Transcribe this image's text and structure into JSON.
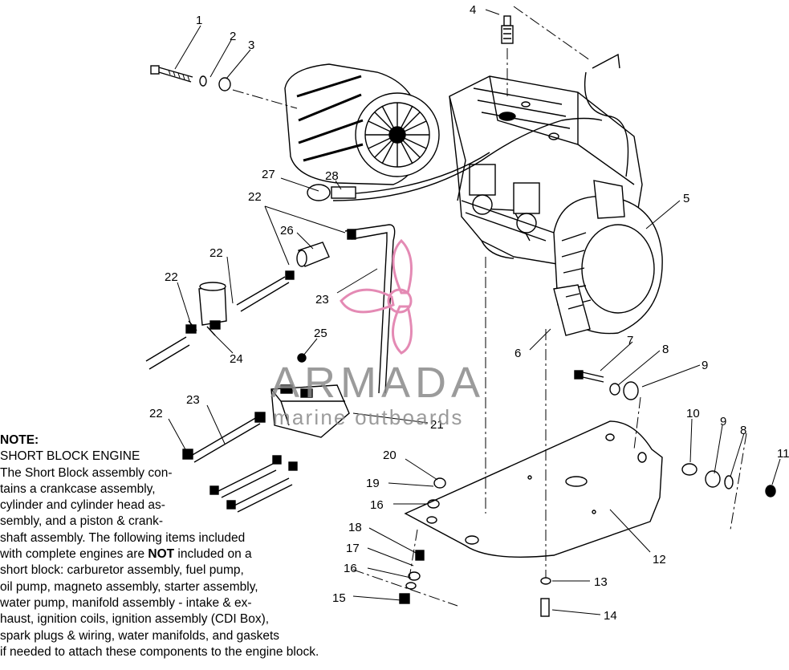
{
  "callouts": [
    {
      "id": "1",
      "text": "1"
    },
    {
      "id": "2",
      "text": "2"
    },
    {
      "id": "3",
      "text": "3"
    },
    {
      "id": "4",
      "text": "4"
    },
    {
      "id": "5",
      "text": "5"
    },
    {
      "id": "6",
      "text": "6"
    },
    {
      "id": "7",
      "text": "7"
    },
    {
      "id": "8a",
      "text": "8"
    },
    {
      "id": "9a",
      "text": "9"
    },
    {
      "id": "10",
      "text": "10"
    },
    {
      "id": "9b",
      "text": "9"
    },
    {
      "id": "8b",
      "text": "8"
    },
    {
      "id": "11",
      "text": "11"
    },
    {
      "id": "12",
      "text": "12"
    },
    {
      "id": "13",
      "text": "13"
    },
    {
      "id": "14",
      "text": "14"
    },
    {
      "id": "15",
      "text": "15"
    },
    {
      "id": "16a",
      "text": "16"
    },
    {
      "id": "17",
      "text": "17"
    },
    {
      "id": "18",
      "text": "18"
    },
    {
      "id": "16b",
      "text": "16"
    },
    {
      "id": "19",
      "text": "19"
    },
    {
      "id": "20",
      "text": "20"
    },
    {
      "id": "21",
      "text": "21"
    },
    {
      "id": "22a",
      "text": "22"
    },
    {
      "id": "22b",
      "text": "22"
    },
    {
      "id": "22c",
      "text": "22"
    },
    {
      "id": "22d",
      "text": "22"
    },
    {
      "id": "23a",
      "text": "23"
    },
    {
      "id": "23b",
      "text": "23"
    },
    {
      "id": "24",
      "text": "24"
    },
    {
      "id": "25",
      "text": "25"
    },
    {
      "id": "26",
      "text": "26"
    },
    {
      "id": "27",
      "text": "27"
    },
    {
      "id": "28",
      "text": "28"
    }
  ],
  "note": {
    "heading": "NOTE:",
    "subheading": "SHORT BLOCK ENGINE",
    "lines": [
      "The Short Block assembly con-",
      "tains a crankcase assembly,",
      "cylinder and cylinder head as-",
      "sembly, and a piston & crank-",
      "shaft assembly.  The following items included"
    ],
    "line_not_pre": "with complete engines are ",
    "line_not_bold": "NOT",
    "line_not_post": " included on a",
    "lines2": [
      "short block:  carburetor assembly, fuel pump,",
      "oil pump, magneto assembly, starter assembly,",
      "water pump, manifold assembly - intake & ex-",
      "haust, ignition coils, ignition assembly (CDI Box),",
      "spark plugs & wiring, water manifolds, and gaskets",
      "if needed to attach these components to the engine block."
    ]
  },
  "watermark": {
    "brand": "ARMADA",
    "subtitle": "marine outboards",
    "color": "#e48ab4"
  }
}
